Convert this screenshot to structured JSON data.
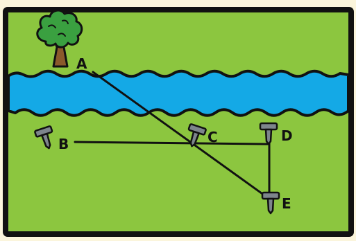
{
  "labels": {
    "A": "A",
    "B": "B",
    "C": "C",
    "D": "D",
    "E": "E"
  },
  "colors": {
    "grass": "#8cc63f",
    "river": "#14a9e6",
    "border": "#111111",
    "stake": "#7d858c",
    "foliage": "#3aa040",
    "trunk": "#8a5a2b"
  }
}
